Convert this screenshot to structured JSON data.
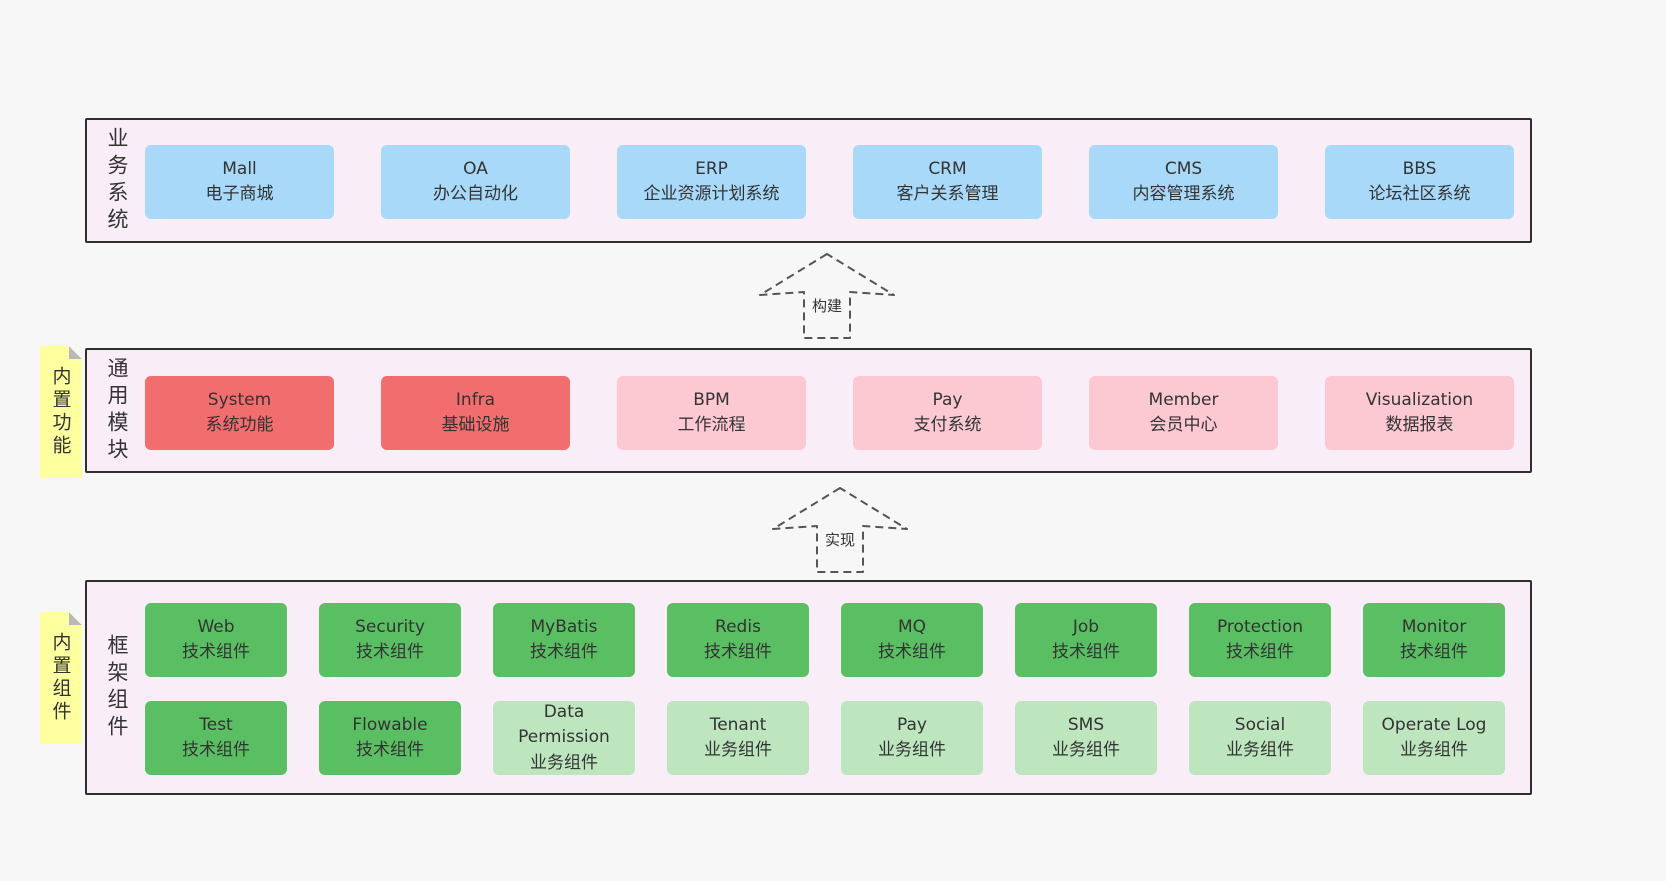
{
  "colors": {
    "background": "#f7f7f7",
    "layer_bg": "#f9eef8",
    "blue": "#a9d9f8",
    "red": "#f26d6d",
    "pink": "#fcc8d2",
    "green": "#5abf63",
    "green_light": "#bde6be",
    "note_yellow": "#feff9e"
  },
  "arrows": [
    {
      "label": "构建"
    },
    {
      "label": "实现"
    }
  ],
  "layers": [
    {
      "label": "业务系统",
      "boxes": [
        {
          "title": "Mall",
          "subtitle": "电子商城",
          "variant": "blue"
        },
        {
          "title": "OA",
          "subtitle": "办公自动化",
          "variant": "blue"
        },
        {
          "title": "ERP",
          "subtitle": "企业资源计划系统",
          "variant": "blue"
        },
        {
          "title": "CRM",
          "subtitle": "客户关系管理",
          "variant": "blue"
        },
        {
          "title": "CMS",
          "subtitle": "内容管理系统",
          "variant": "blue"
        },
        {
          "title": "BBS",
          "subtitle": "论坛社区系统",
          "variant": "blue"
        }
      ]
    },
    {
      "label": "通用模块",
      "note": "内置功能",
      "boxes": [
        {
          "title": "System",
          "subtitle": "系统功能",
          "variant": "red"
        },
        {
          "title": "Infra",
          "subtitle": "基础设施",
          "variant": "red"
        },
        {
          "title": "BPM",
          "subtitle": "工作流程",
          "variant": "pink"
        },
        {
          "title": "Pay",
          "subtitle": "支付系统",
          "variant": "pink"
        },
        {
          "title": "Member",
          "subtitle": "会员中心",
          "variant": "pink"
        },
        {
          "title": "Visualization",
          "subtitle": "数据报表",
          "variant": "pink"
        }
      ]
    },
    {
      "label": "框架组件",
      "note": "内置组件",
      "rows": [
        [
          {
            "title": "Web",
            "subtitle": "技术组件",
            "variant": "green"
          },
          {
            "title": "Security",
            "subtitle": "技术组件",
            "variant": "green"
          },
          {
            "title": "MyBatis",
            "subtitle": "技术组件",
            "variant": "green"
          },
          {
            "title": "Redis",
            "subtitle": "技术组件",
            "variant": "green"
          },
          {
            "title": "MQ",
            "subtitle": "技术组件",
            "variant": "green"
          },
          {
            "title": "Job",
            "subtitle": "技术组件",
            "variant": "green"
          },
          {
            "title": "Protection",
            "subtitle": "技术组件",
            "variant": "green"
          },
          {
            "title": "Monitor",
            "subtitle": "技术组件",
            "variant": "green"
          }
        ],
        [
          {
            "title": "Test",
            "subtitle": "技术组件",
            "variant": "green"
          },
          {
            "title": "Flowable",
            "subtitle": "技术组件",
            "variant": "green"
          },
          {
            "title": "Data Permission",
            "subtitle": "业务组件",
            "variant": "green-light"
          },
          {
            "title": "Tenant",
            "subtitle": "业务组件",
            "variant": "green-light"
          },
          {
            "title": "Pay",
            "subtitle": "业务组件",
            "variant": "green-light"
          },
          {
            "title": "SMS",
            "subtitle": "业务组件",
            "variant": "green-light"
          },
          {
            "title": "Social",
            "subtitle": "业务组件",
            "variant": "green-light"
          },
          {
            "title": "Operate Log",
            "subtitle": "业务组件",
            "variant": "green-light"
          }
        ]
      ]
    }
  ]
}
